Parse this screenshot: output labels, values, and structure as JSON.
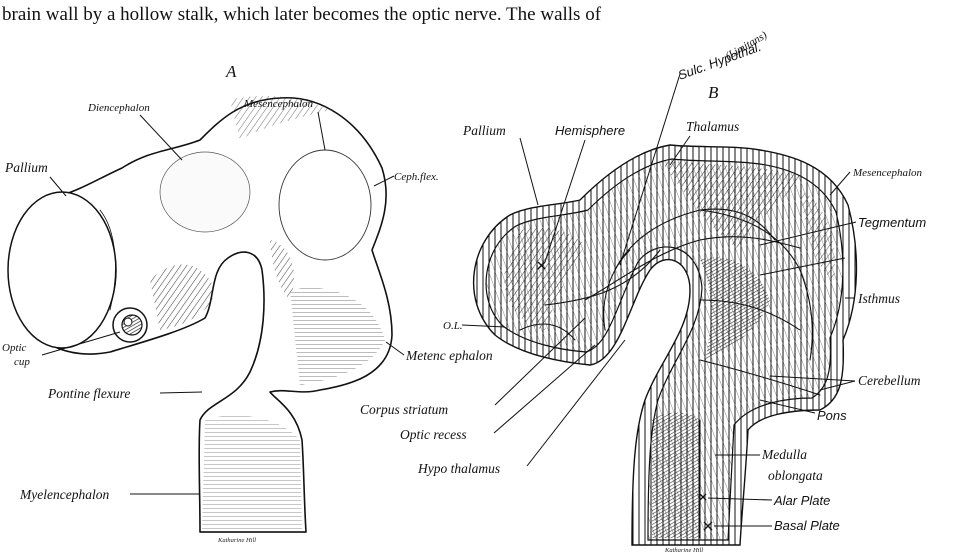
{
  "caption_fragment": "brain wall by a hollow stalk, which later becomes the optic nerve.   The walls of",
  "panel_a": {
    "letter": "A",
    "labels": {
      "diencephalon": "Diencephalon",
      "mesencephalon": "Mesencephalon",
      "pallium": "Pallium",
      "ceph_flex": "Ceph.flex.",
      "optic_cup_1": "Optic",
      "optic_cup_2": "cup",
      "pontine_flexure": "Pontine flexure",
      "metencephalon": "Metenc ephalon",
      "myelencephalon": "Myelencephalon"
    },
    "signature": "Katharine Hill"
  },
  "panel_b": {
    "letter": "B",
    "labels": {
      "sulc_hypothal_1": "Sulc. Hypothal.",
      "sulc_hypothal_2": "(Limitans)",
      "pallium": "Pallium",
      "hemisphere": "Hemisphere",
      "thalamus": "Thalamus",
      "mesencephalon": "Mesencephalon",
      "tegmentum": "Tegmentum",
      "isthmus": "Isthmus",
      "ol": "O.L.",
      "cerebellum": "Cerebellum",
      "pons": "Pons",
      "corpus_striatum": "Corpus striatum",
      "optic_recess": "Optic recess",
      "hypothalamus": "Hypo thalamus",
      "medulla_1": "Medulla",
      "medulla_2": "oblongata",
      "alar_plate": "Alar Plate",
      "basal_plate": "Basal Plate"
    },
    "signature": "Katharine Hill"
  }
}
